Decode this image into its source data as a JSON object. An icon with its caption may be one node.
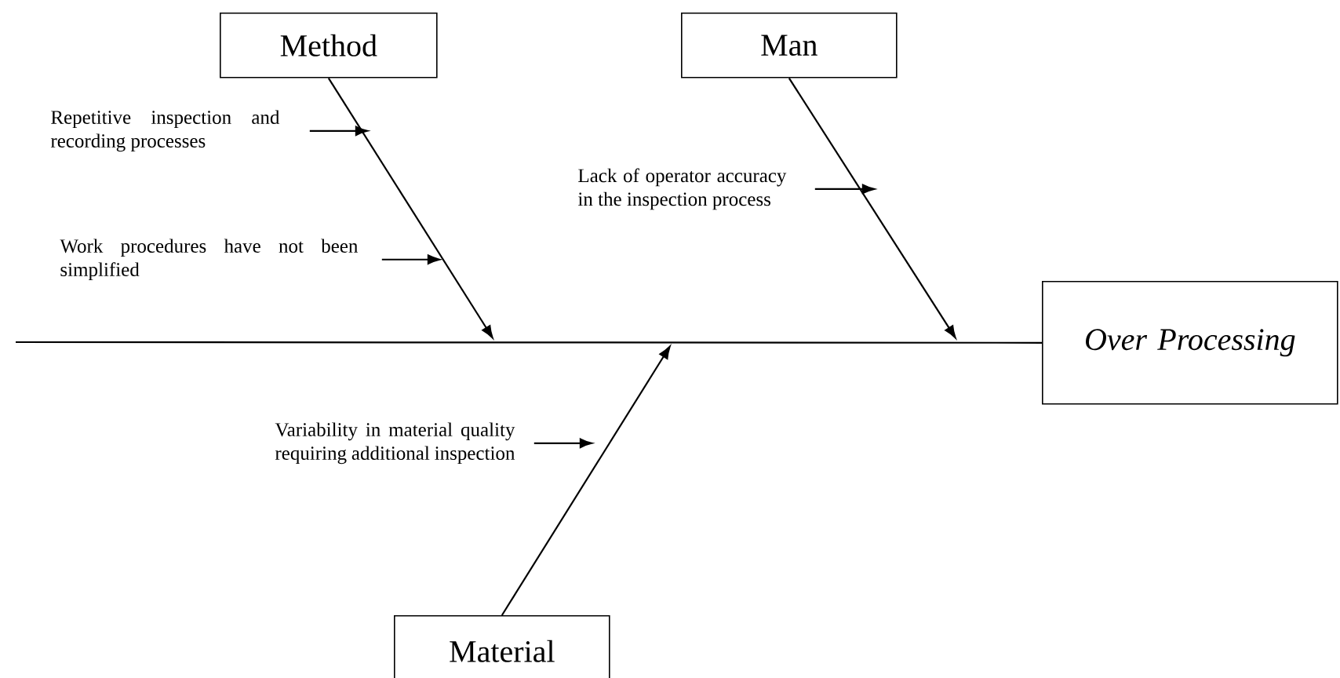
{
  "diagram": {
    "nodes": [
      {
        "text": [
          "Method"
        ]
      },
      {
        "text": [
          "Man"
        ]
      },
      {
        "text": [
          "Repetitive inspection and recording processes"
        ]
      },
      {
        "text": [
          "Lack of operator accuracy in the inspection process"
        ]
      },
      {
        "text": [
          "Work procedures have not been simplified"
        ]
      },
      {
        "text": [
          "Over Processing"
        ]
      },
      {
        "text": [
          "Variability in material quality requiring additional inspection"
        ]
      },
      {
        "text": [
          "Material"
        ]
      }
    ],
    "edges": [
      {
        "from": null,
        "to": 5,
        "arrow": "none"
      },
      {
        "from": 0,
        "to": null,
        "arrow": "to"
      },
      {
        "from": 1,
        "to": null,
        "arrow": "to"
      },
      {
        "from": 2,
        "to": null,
        "arrow": "to"
      },
      {
        "from": 3,
        "to": null,
        "arrow": "to"
      },
      {
        "from": 4,
        "to": null,
        "arrow": "to"
      },
      {
        "from": 6,
        "to": null,
        "arrow": "to"
      },
      {
        "from": 7,
        "to": null,
        "arrow": "to"
      }
    ]
  }
}
